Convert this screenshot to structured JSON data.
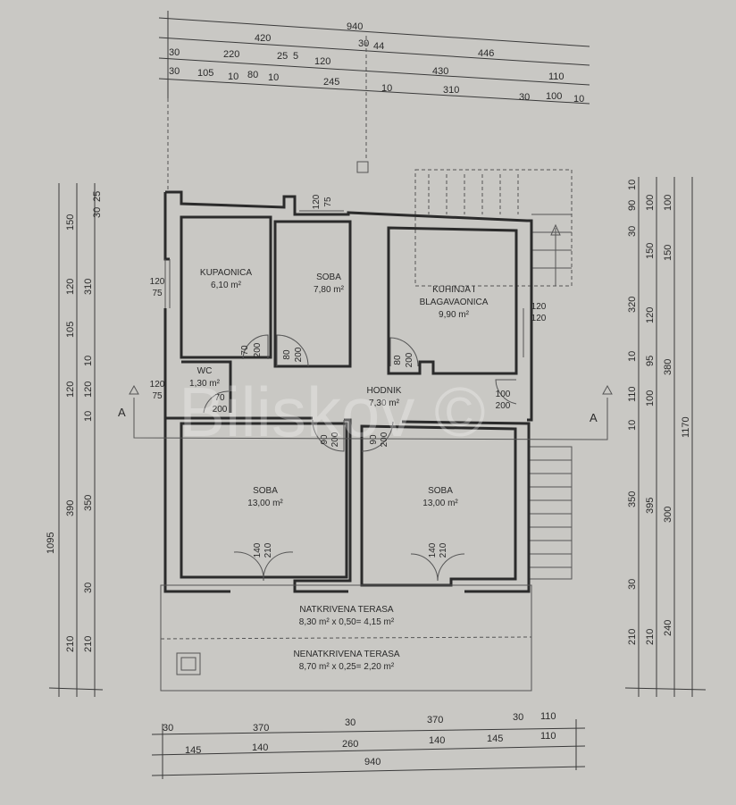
{
  "watermark": "Biliskov ©",
  "rooms": [
    {
      "name": "KUPAONICA",
      "area": "6,10 m²"
    },
    {
      "name": "SOBA",
      "area": "7,80 m²"
    },
    {
      "name": "KUHINJA I",
      "name2": "BLAGAVAONICA",
      "area": "9,90 m²"
    },
    {
      "name": "WC",
      "area": "1,30 m²"
    },
    {
      "name": "HODNIK",
      "area": "7,30 m²"
    },
    {
      "name": "SOBA",
      "area": "13,00 m²"
    },
    {
      "name": "SOBA",
      "area": "13,00 m²"
    }
  ],
  "terraces": [
    {
      "name": "NATKRIVENA TERASA",
      "calc": "8,30 m² x 0,50= 4,15 m²"
    },
    {
      "name": "NENATKRIVENA TERASA",
      "calc": "8,70 m² x 0,25= 2,20 m²"
    }
  ],
  "openings": {
    "kupaonica_door": [
      "70",
      "200"
    ],
    "soba_door": [
      "80",
      "200"
    ],
    "kuhinja_door": [
      "80",
      "200"
    ],
    "wc_door": [
      "70",
      "200"
    ],
    "hodnik_door": [
      "100",
      "200"
    ],
    "soba_left_door": [
      "90",
      "200"
    ],
    "soba_right_door": [
      "90",
      "200"
    ],
    "soba_left_balcony": [
      "140",
      "210"
    ],
    "soba_right_balcony": [
      "140",
      "210"
    ],
    "window_top": [
      "120",
      "75"
    ],
    "window_kupaonica": [
      "120",
      "75"
    ],
    "window_wc": [
      "120",
      "75"
    ],
    "window_kuhinja": [
      "120",
      "120"
    ]
  },
  "section_marks": [
    "A",
    "A"
  ],
  "dimensions": {
    "top": [
      "940",
      "420",
      "446",
      "30",
      "220",
      "25",
      "5",
      "120",
      "30",
      "44",
      "430",
      "110",
      "30",
      "105",
      "10",
      "80",
      "10",
      "245",
      "10",
      "310",
      "30",
      "100",
      "10"
    ],
    "left": [
      "1095",
      "150",
      "120",
      "105",
      "120",
      "390",
      "210",
      "310",
      "10",
      "120",
      "10",
      "350",
      "30",
      "210",
      "30",
      "25"
    ],
    "right": [
      "10",
      "90",
      "30",
      "320",
      "10",
      "110",
      "10",
      "350",
      "30",
      "210",
      "100",
      "150",
      "120",
      "95",
      "100",
      "395",
      "210",
      "100",
      "150",
      "380",
      "300",
      "240",
      "1170"
    ],
    "bottom": [
      "30",
      "370",
      "30",
      "370",
      "30",
      "110",
      "145",
      "140",
      "260",
      "140",
      "145",
      "110",
      "940"
    ]
  }
}
